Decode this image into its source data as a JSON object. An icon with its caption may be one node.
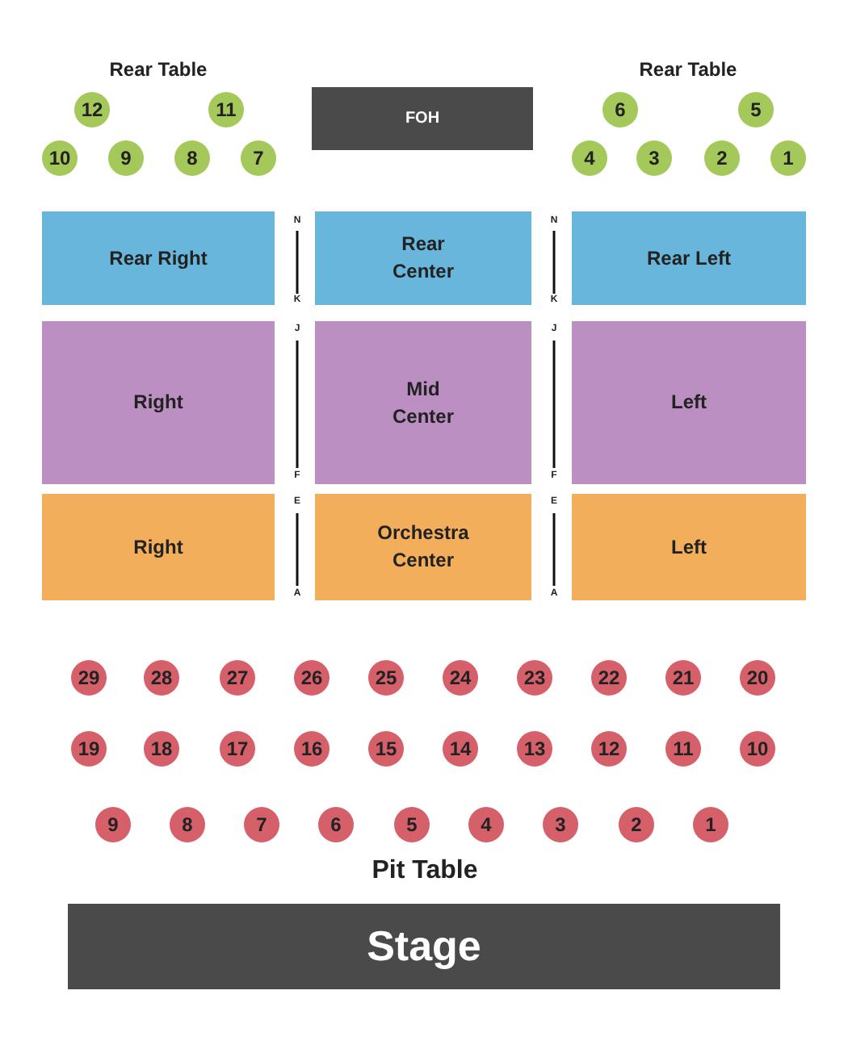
{
  "diagram": {
    "nodes": [
      {
        "text": [
          "12"
        ]
      },
      {
        "text": [
          "11"
        ]
      },
      {
        "text": [
          "FOH"
        ]
      },
      {
        "text": [
          "6"
        ]
      },
      {
        "text": [
          "5"
        ]
      },
      {
        "text": [
          "10"
        ]
      },
      {
        "text": [
          "9"
        ]
      },
      {
        "text": [
          "8"
        ]
      },
      {
        "text": [
          "7"
        ]
      },
      {
        "text": [
          "4"
        ]
      },
      {
        "text": [
          "3"
        ]
      },
      {
        "text": [
          "2"
        ]
      },
      {
        "text": [
          "1"
        ]
      },
      {
        "text": [
          "Rear Right"
        ]
      },
      {
        "text": [
          "Rear Center"
        ]
      },
      {
        "text": [
          "Rear Left"
        ]
      },
      {
        "text": [
          "Right"
        ]
      },
      {
        "text": [
          "Mid Center"
        ]
      },
      {
        "text": [
          "Left"
        ]
      },
      {
        "text": [
          "Right"
        ]
      },
      {
        "text": [
          "Orchestra Center"
        ]
      },
      {
        "text": [
          "Left"
        ]
      },
      {
        "text": [
          "29"
        ]
      },
      {
        "text": [
          "28"
        ]
      },
      {
        "text": [
          "27"
        ]
      },
      {
        "text": [
          "26"
        ]
      },
      {
        "text": [
          "25"
        ]
      },
      {
        "text": [
          "24"
        ]
      },
      {
        "text": [
          "23"
        ]
      },
      {
        "text": [
          "22"
        ]
      },
      {
        "text": [
          "21"
        ]
      },
      {
        "text": [
          "20"
        ]
      },
      {
        "text": [
          "19"
        ]
      },
      {
        "text": [
          "18"
        ]
      },
      {
        "text": [
          "17"
        ]
      },
      {
        "text": [
          "16"
        ]
      },
      {
        "text": [
          "15"
        ]
      },
      {
        "text": [
          "14"
        ]
      },
      {
        "text": [
          "13"
        ]
      },
      {
        "text": [
          "12"
        ]
      },
      {
        "text": [
          "11"
        ]
      },
      {
        "text": [
          "10"
        ]
      },
      {
        "text": [
          "9"
        ]
      },
      {
        "text": [
          "8"
        ]
      },
      {
        "text": [
          "7"
        ]
      },
      {
        "text": [
          "6"
        ]
      },
      {
        "text": [
          "5"
        ]
      },
      {
        "text": [
          "4"
        ]
      },
      {
        "text": [
          "3"
        ]
      },
      {
        "text": [
          "2"
        ]
      },
      {
        "text": [
          "1"
        ]
      },
      {
        "text": [
          "Stage"
        ]
      }
    ],
    "labels": [
      "Rear Table",
      "Rear Table",
      "N",
      "N",
      "K",
      "K",
      "J",
      "J",
      "F",
      "F",
      "E",
      "E",
      "A",
      "A",
      "Pit Table"
    ]
  }
}
